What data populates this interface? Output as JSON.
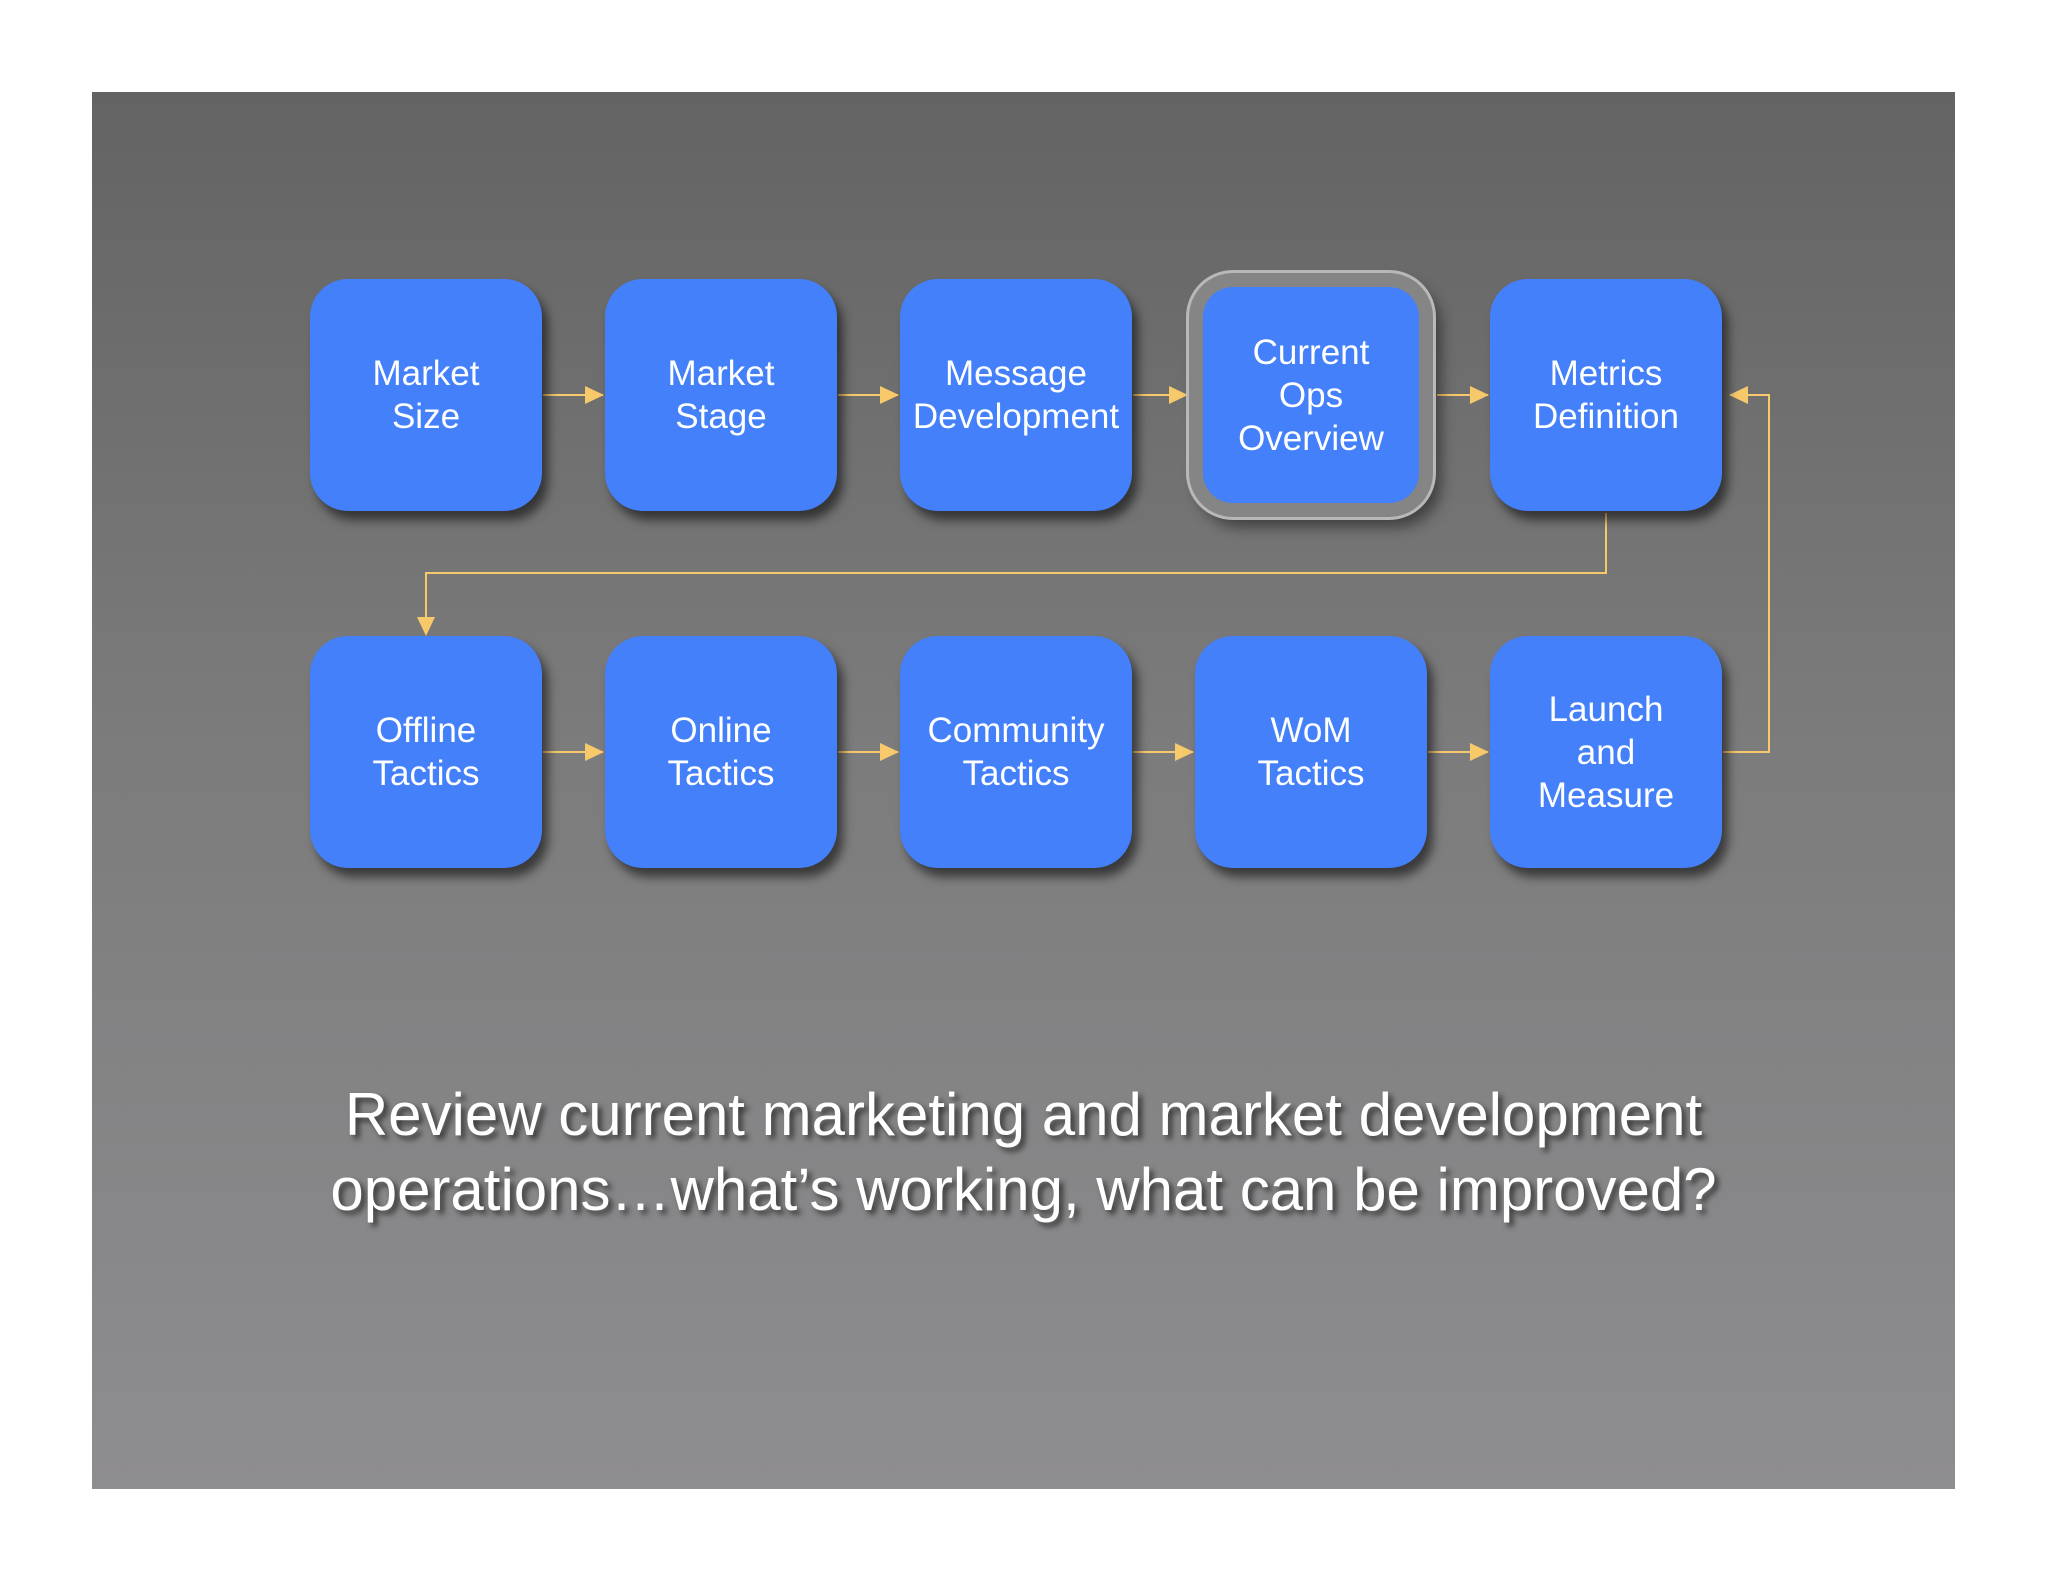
{
  "colors": {
    "box_fill": "#4380fa",
    "connector": "#f7c96a",
    "text": "#ffffff",
    "background_top": "#636363",
    "background_bottom": "#8e8d90"
  },
  "steps": [
    {
      "label": "Market\nSize"
    },
    {
      "label": "Market\nStage"
    },
    {
      "label": "Message\nDevelopment"
    },
    {
      "label": "Current\nOps\nOverview",
      "highlighted": true
    },
    {
      "label": "Metrics\nDefinition"
    },
    {
      "label": "Offline\nTactics"
    },
    {
      "label": "Online\nTactics"
    },
    {
      "label": "Community\nTactics"
    },
    {
      "label": "WoM\nTactics"
    },
    {
      "label": "Launch\nand\nMeasure"
    }
  ],
  "caption": {
    "line1": "Review current marketing and market development",
    "line2": "operations…what’s working, what can be improved?"
  }
}
